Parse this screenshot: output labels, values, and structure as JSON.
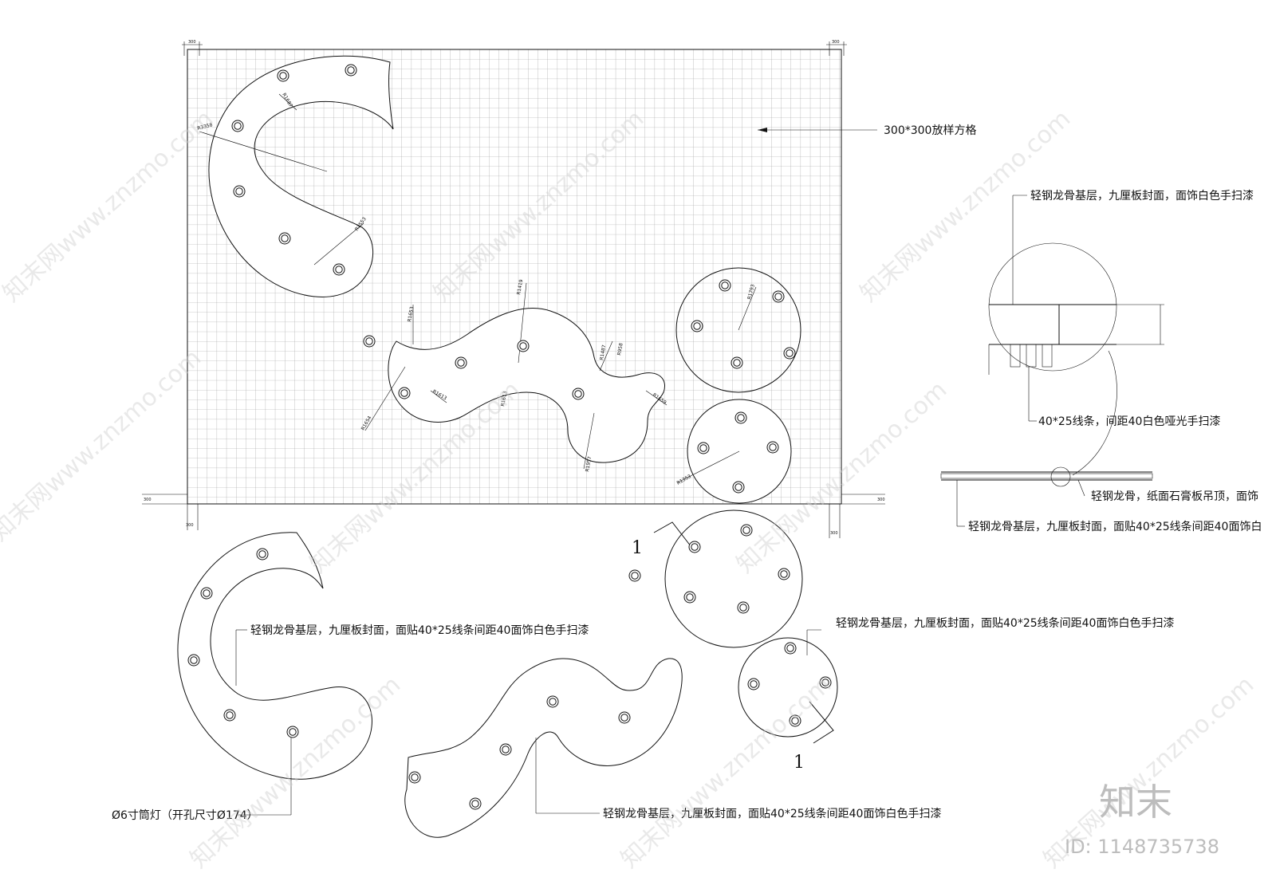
{
  "annotations": {
    "grid_note": "300*300放样方格",
    "detail_top": "轻钢龙骨基层，九厘板封面，面饰白色手扫漆",
    "detail_battens": "40*25线条，间距40白色哑光手扫漆",
    "detail_gypsum": "轻钢龙骨，纸面石膏板吊顶，面饰",
    "detail_bottom": "轻钢龙骨基层，九厘板封面，面贴40*25线条间距40面饰白",
    "plan_c": "轻钢龙骨基层，九厘板封面，面贴40*25线条间距40面饰白色手扫漆",
    "plan_circle": "轻钢龙骨基层，九厘板封面，面贴40*25线条间距40面饰白色手扫漆",
    "plan_wave": "轻钢龙骨基层，九厘板封面，面贴40*25线条间距40面饰白色手扫漆",
    "downlight": "Ø6寸筒灯（开孔尺寸Ø174）",
    "section_mark": "1",
    "dim_300": "300"
  },
  "radii": {
    "c_outer": "R3358",
    "c_inner": "R1687",
    "c_tail": "R1553",
    "w_1": "R1653",
    "w_2": "R1419",
    "w_3": "R1654",
    "w_4": "R1613",
    "w_5": "R1487",
    "w_6": "R958",
    "w_7": "R1659",
    "w_8": "R1659",
    "w_9": "R1957",
    "big_circle": "R1793",
    "small_circle": "R1353"
  },
  "watermark": {
    "text": "知末网www.znzmo.com",
    "logo": "知末",
    "id": "ID: 1148735738"
  },
  "colors": {
    "line": "#111111",
    "hatch": "#555555",
    "watermark": "#cfcfcf"
  },
  "icons": {
    "downlight": "downlight-icon"
  }
}
